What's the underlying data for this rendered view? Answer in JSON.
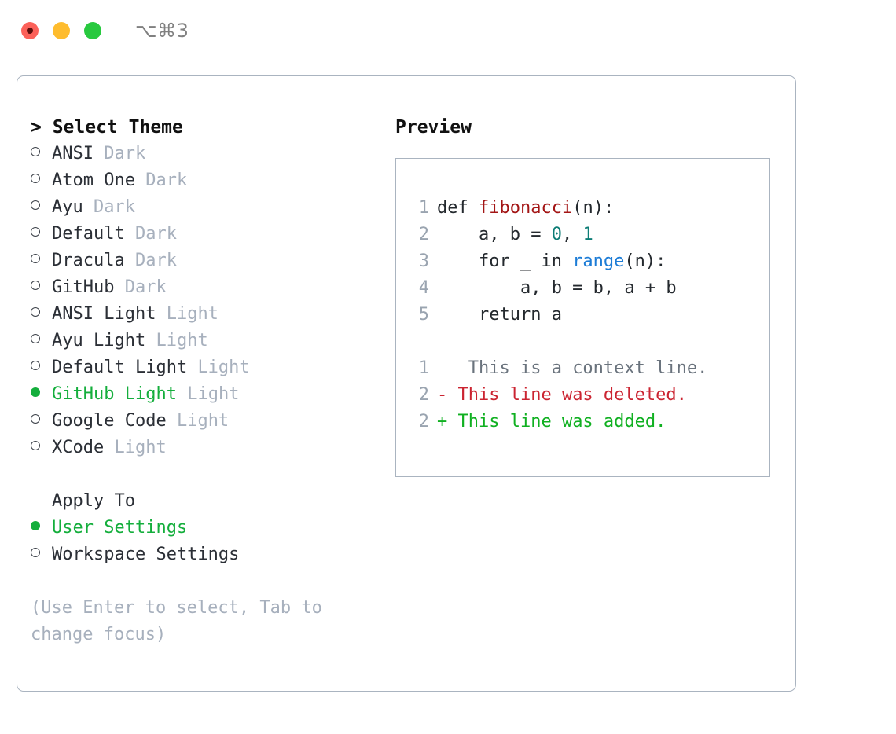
{
  "titlebar": {
    "shortcut": "⌥⌘3",
    "buttons": [
      {
        "name": "close",
        "color": "#fb6159"
      },
      {
        "name": "minimize",
        "color": "#febc2e"
      },
      {
        "name": "maximize",
        "color": "#28c93f"
      }
    ]
  },
  "theme_picker": {
    "heading": "> Select Theme",
    "options": [
      {
        "label": "ANSI",
        "suffix": "Dark",
        "selected": false
      },
      {
        "label": "Atom One",
        "suffix": "Dark",
        "selected": false
      },
      {
        "label": "Ayu",
        "suffix": "Dark",
        "selected": false
      },
      {
        "label": "Default",
        "suffix": "Dark",
        "selected": false
      },
      {
        "label": "Dracula",
        "suffix": "Dark",
        "selected": false
      },
      {
        "label": "GitHub",
        "suffix": "Dark",
        "selected": false
      },
      {
        "label": "ANSI Light",
        "suffix": "Light",
        "selected": false
      },
      {
        "label": "Ayu Light",
        "suffix": "Light",
        "selected": false
      },
      {
        "label": "Default Light",
        "suffix": "Light",
        "selected": false
      },
      {
        "label": "GitHub Light",
        "suffix": "Light",
        "selected": true
      },
      {
        "label": "Google Code",
        "suffix": "Light",
        "selected": false
      },
      {
        "label": "XCode",
        "suffix": "Light",
        "selected": false
      }
    ]
  },
  "apply_to": {
    "label": "Apply To",
    "options": [
      {
        "label": "User Settings",
        "selected": true
      },
      {
        "label": "Workspace Settings",
        "selected": false
      }
    ]
  },
  "hint": "(Use Enter to select, Tab to change focus)",
  "preview": {
    "title": "Preview",
    "code_lines": [
      {
        "no": "1",
        "tokens": [
          {
            "text": "def ",
            "type": "plain"
          },
          {
            "text": "fibonacci",
            "type": "fn"
          },
          {
            "text": "(n):",
            "type": "plain"
          }
        ]
      },
      {
        "no": "2",
        "tokens": [
          {
            "text": "    a, b = ",
            "type": "plain"
          },
          {
            "text": "0",
            "type": "num"
          },
          {
            "text": ", ",
            "type": "plain"
          },
          {
            "text": "1",
            "type": "num"
          }
        ]
      },
      {
        "no": "3",
        "tokens": [
          {
            "text": "    for _ in ",
            "type": "plain"
          },
          {
            "text": "range",
            "type": "call"
          },
          {
            "text": "(n):",
            "type": "plain"
          }
        ]
      },
      {
        "no": "4",
        "tokens": [
          {
            "text": "        a, b = b, a + b",
            "type": "plain"
          }
        ]
      },
      {
        "no": "5",
        "tokens": [
          {
            "text": "    return a",
            "type": "plain"
          }
        ]
      }
    ],
    "diff_lines": [
      {
        "no": "1",
        "marker": " ",
        "text": "  This is a context line.",
        "type": "context"
      },
      {
        "no": "2",
        "marker": "-",
        "text": " This line was deleted.",
        "type": "deleted"
      },
      {
        "no": "2",
        "marker": "+",
        "text": " This line was added.",
        "type": "added"
      }
    ]
  },
  "colors": {
    "accent_green": "#14ae3c",
    "muted": "#a7b0bd",
    "border": "#aab4c0",
    "diff_add": "#10b021",
    "diff_del": "#cb2431",
    "diff_ctx": "#6a737d"
  }
}
